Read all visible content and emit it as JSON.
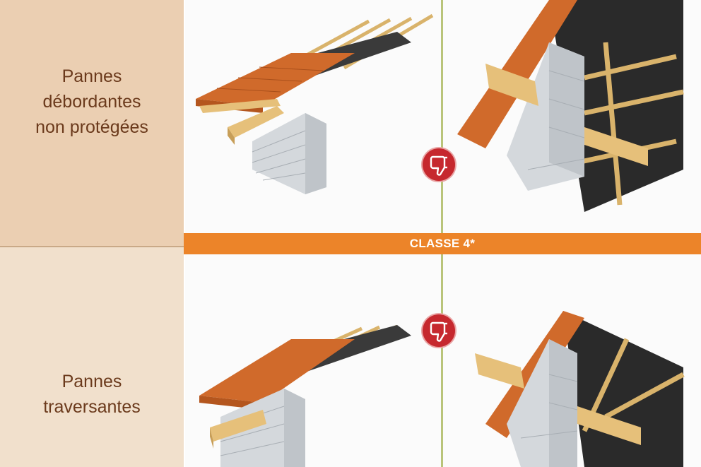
{
  "rows": [
    {
      "label_line1": "Pannes",
      "label_line2": "débordantes",
      "label_line3": "non protégées"
    },
    {
      "label_line1": "Pannes",
      "label_line2": "traversantes"
    }
  ],
  "class_bar": {
    "text": "CLASSE 4*"
  },
  "colors": {
    "left_top_bg": "#ebcfb2",
    "left_bottom_bg": "#f1e0cc",
    "label_text": "#6b3a1c",
    "class_bar_bg": "#ec8429",
    "thumb_badge": "#c6282e",
    "tile": "#d06a2b",
    "wood": "#e6c07a",
    "block": "#d4d8dc",
    "membrane": "#2a2a2a"
  },
  "icons": [
    "thumbs-down-icon",
    "thumbs-down-icon"
  ]
}
